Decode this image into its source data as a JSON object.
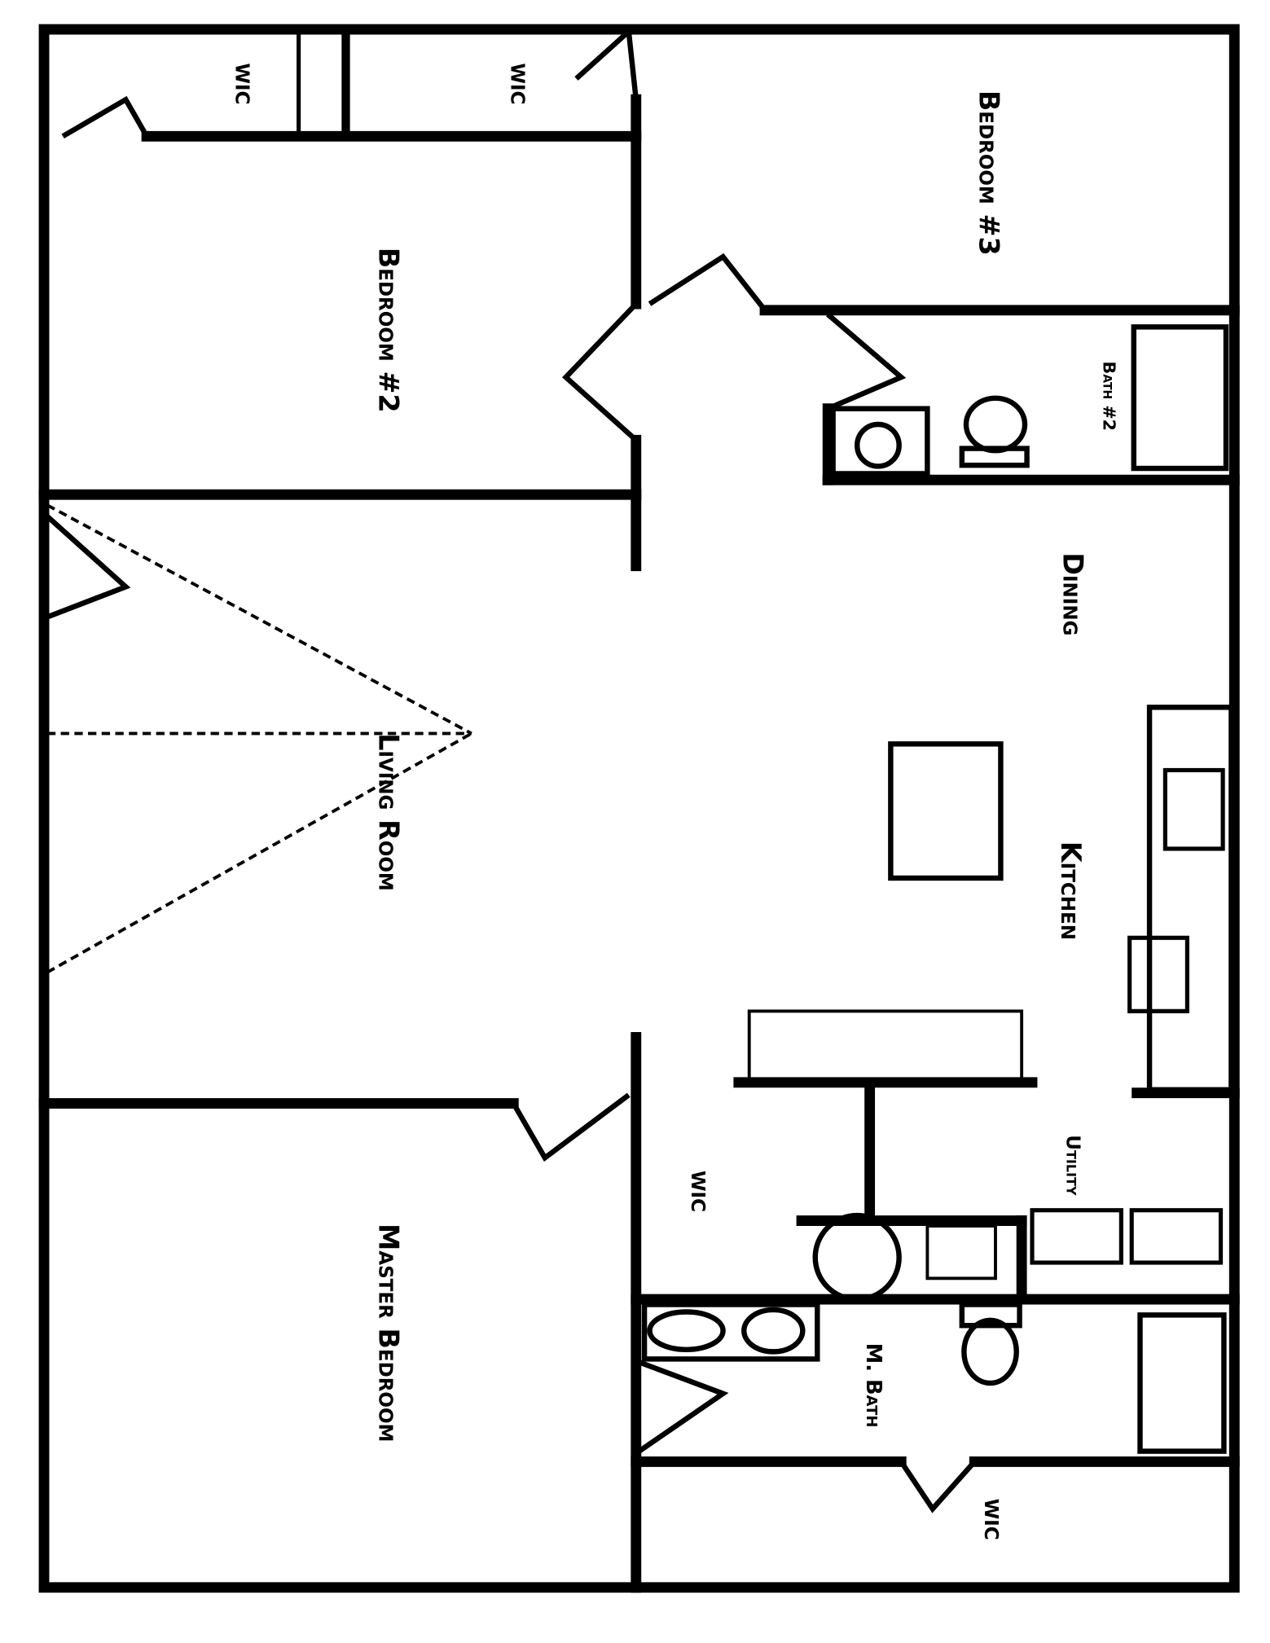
{
  "rooms": {
    "bedroom3": "Bedroom #3",
    "bedroom2": "Bedroom #2",
    "dining": "Dining",
    "living": "Living Room",
    "kitchen": "Kitchen",
    "master": "Master Bedroom",
    "mbath": "M. Bath",
    "bath2": "Bath #2",
    "utility": "Utility",
    "wic": "WIC"
  },
  "colors": {
    "ink": "#000000",
    "paper": "#ffffff"
  }
}
